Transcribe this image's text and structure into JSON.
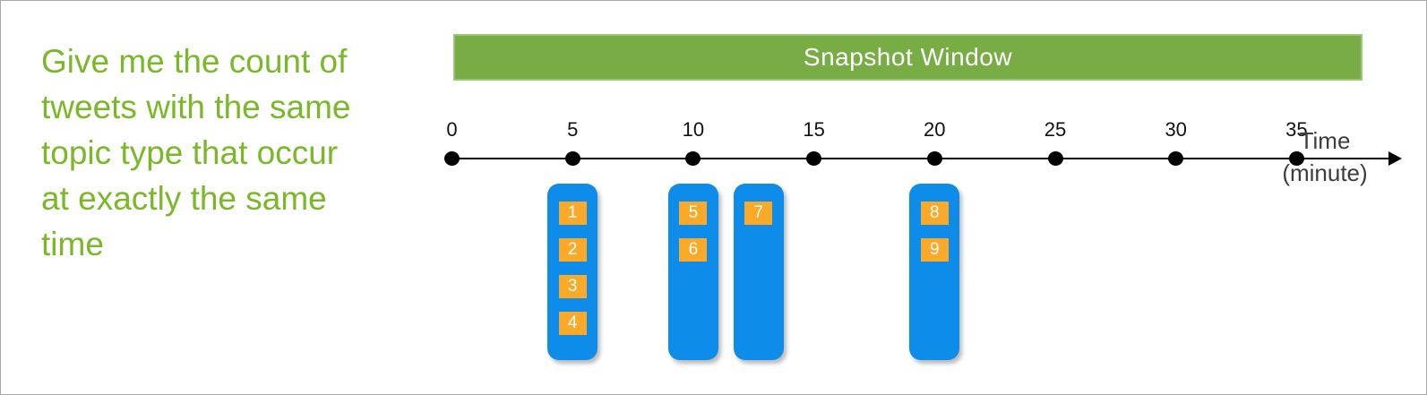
{
  "question": {
    "text": "Give me the count of\ntweets with the same\ntopic type that occur\nat exactly the same\ntime"
  },
  "banner": {
    "label": "Snapshot Window"
  },
  "timeline": {
    "ticks": [
      "0",
      "5",
      "10",
      "15",
      "20",
      "25",
      "30",
      "35"
    ],
    "axis_title_line1": "Time",
    "axis_title_line2": "(minute)",
    "unit_minutes_per_tick": 5,
    "range": [
      0,
      35
    ]
  },
  "groups": [
    {
      "time_minutes": 5,
      "tweets": [
        "1",
        "2",
        "3",
        "4"
      ]
    },
    {
      "time_minutes": 10,
      "tweets": [
        "5",
        "6"
      ]
    },
    {
      "time_minutes": 12.7,
      "tweets": [
        "7"
      ]
    },
    {
      "time_minutes": 20,
      "tweets": [
        "8",
        "9"
      ]
    }
  ],
  "colors": {
    "question_text": "#7ab829",
    "banner_fill": "#78ad46",
    "banner_text": "#ffffff",
    "group_fill": "#0e8ce9",
    "chip_fill": "#faa928",
    "chip_text": "#ffffff",
    "axis": "#000000"
  }
}
